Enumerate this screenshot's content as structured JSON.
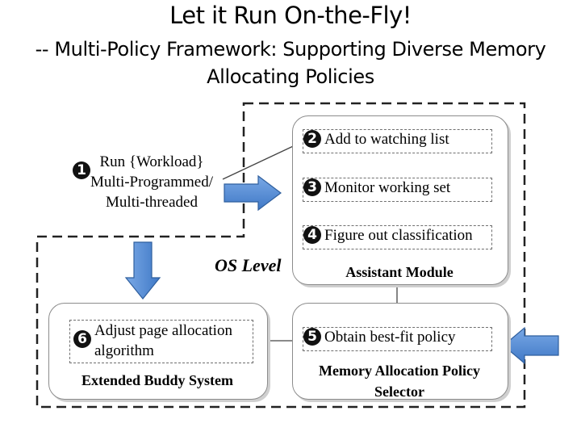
{
  "title": "Let it Run On-the-Fly!",
  "subtitle_line1": "-- Multi-Policy Framework: Supporting Diverse Memory",
  "subtitle_line2": "Allocating Policies",
  "os_level_label": "OS Level",
  "run_step": {
    "number": "1",
    "line1": "Run {Workload}",
    "line2": "Multi-Programmed/",
    "line3": "Multi-threaded"
  },
  "assistant_module": {
    "label": "Assistant Module",
    "steps": [
      {
        "number": "2",
        "text": "Add to watching list"
      },
      {
        "number": "3",
        "text": "Monitor working set"
      },
      {
        "number": "4",
        "text": "Figure out classification"
      }
    ]
  },
  "selector_module": {
    "label_line1": "Memory Allocation Policy",
    "label_line2": "Selector",
    "step": {
      "number": "5",
      "text": "Obtain best-fit policy"
    }
  },
  "buddy_module": {
    "label": "Extended Buddy System",
    "step": {
      "number": "6",
      "line1": "Adjust page allocation",
      "line2": "algorithm"
    }
  },
  "colors": {
    "block_arrow_fill": "#4a86d4",
    "block_arrow_stroke": "#2f5f9e",
    "step_number_bg": "#111111",
    "dashed_border": "#222222"
  },
  "icons": [
    "block-arrow-right",
    "block-arrow-down",
    "block-arrow-left",
    "connector-arrow"
  ]
}
